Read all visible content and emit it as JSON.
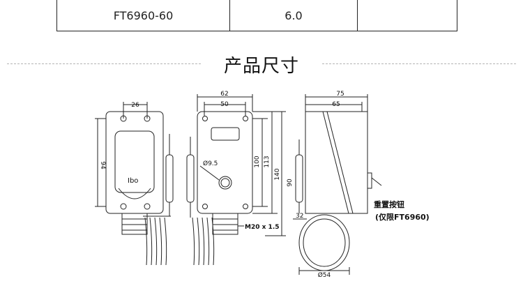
{
  "spec_table": {
    "row": {
      "model": "FT6960-60",
      "value": "6.0",
      "extra": ""
    }
  },
  "section": {
    "title": "产品尺寸"
  },
  "drawing": {
    "front": {
      "dim_top": "26",
      "dim_left": "94",
      "label": "Ibo"
    },
    "mid": {
      "dim_outer": "62",
      "dim_inner": "50",
      "hole": "Ø9.5",
      "dim_100": "100",
      "dim_113": "113",
      "dim_140": "140",
      "thread": "M20 x 1.5"
    },
    "side": {
      "dim_outer": "75",
      "dim_inner": "65",
      "dim_90": "90",
      "dim_32": "32",
      "dim_54": "Ø54"
    },
    "callout": {
      "line1": "重置按钮",
      "line2": "(仅限FT6960)"
    }
  },
  "colors": {
    "line": "#222222",
    "dash": "#b5b5b5"
  }
}
